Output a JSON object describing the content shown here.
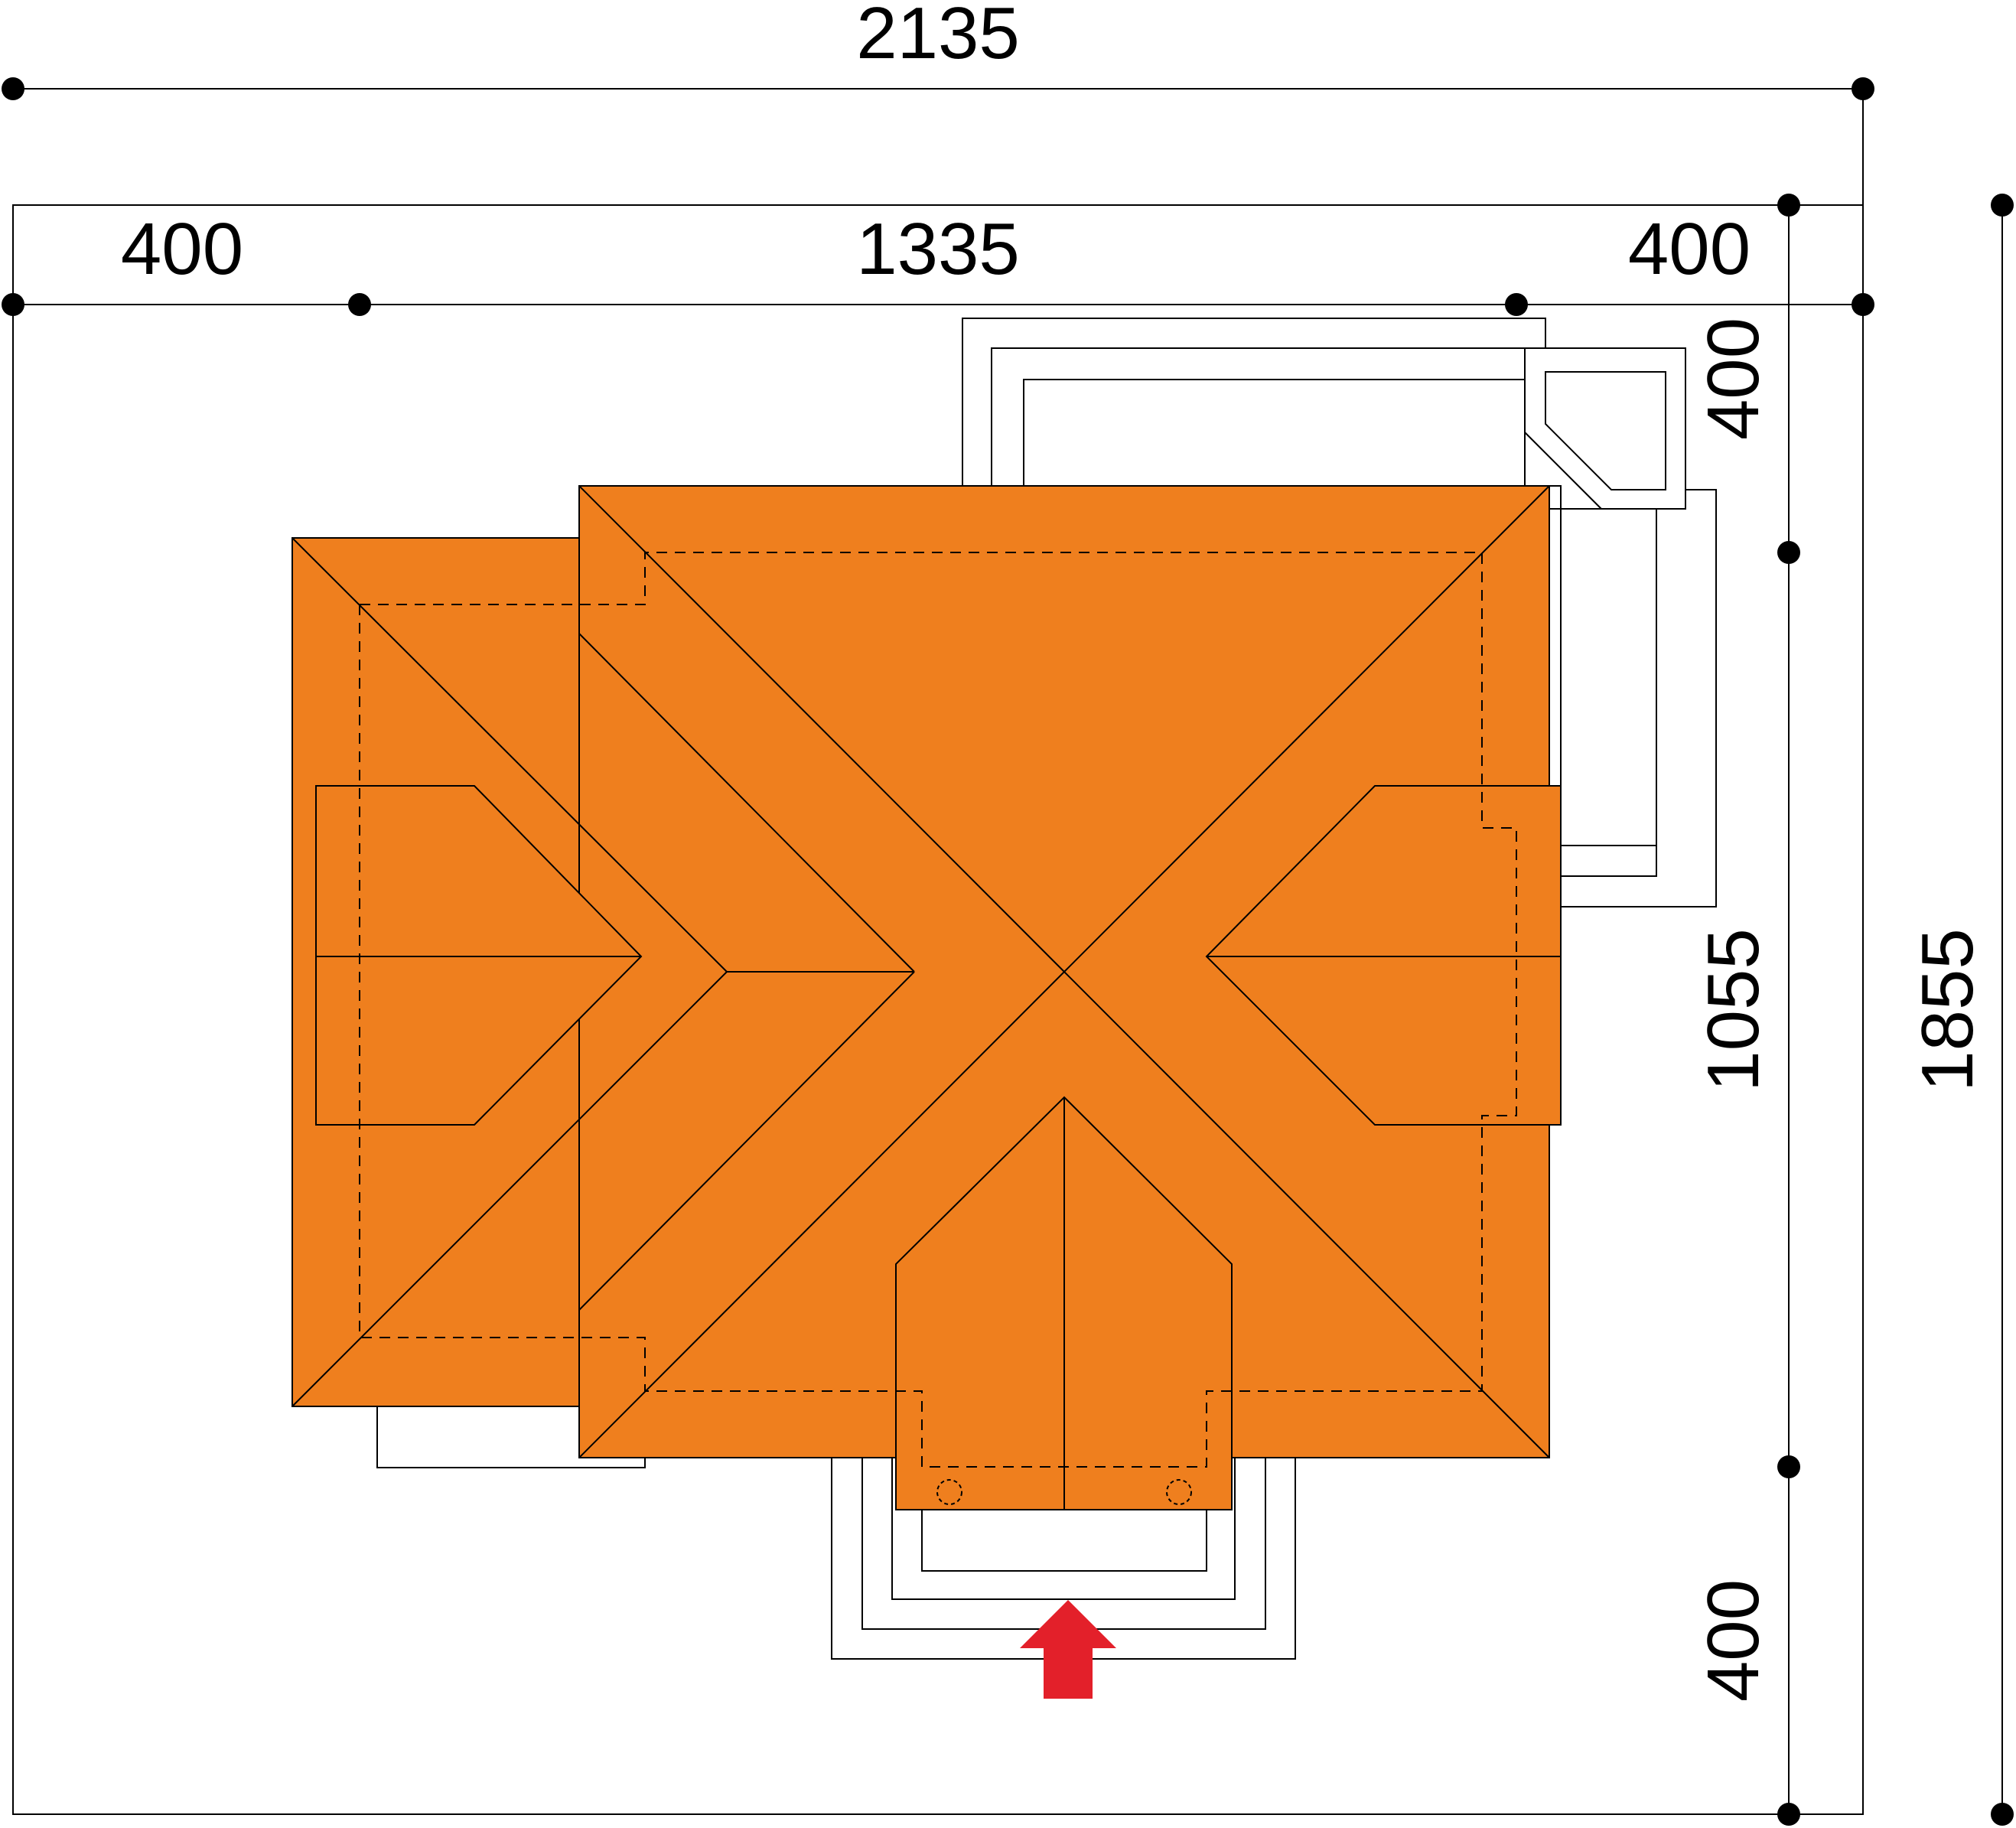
{
  "dimensions": {
    "overall_width": "2135",
    "left_setback": "400",
    "building_width": "1335",
    "right_setback": "400",
    "top_setback": "400",
    "building_depth": "1055",
    "bottom_setback": "400",
    "overall_depth": "1855"
  },
  "colors": {
    "roof": "#EF7F1E",
    "entrance_arrow": "#E3202A",
    "line": "#000000",
    "background": "#FFFFFF"
  },
  "icons": {
    "entrance": "entrance-arrow-up-icon"
  }
}
